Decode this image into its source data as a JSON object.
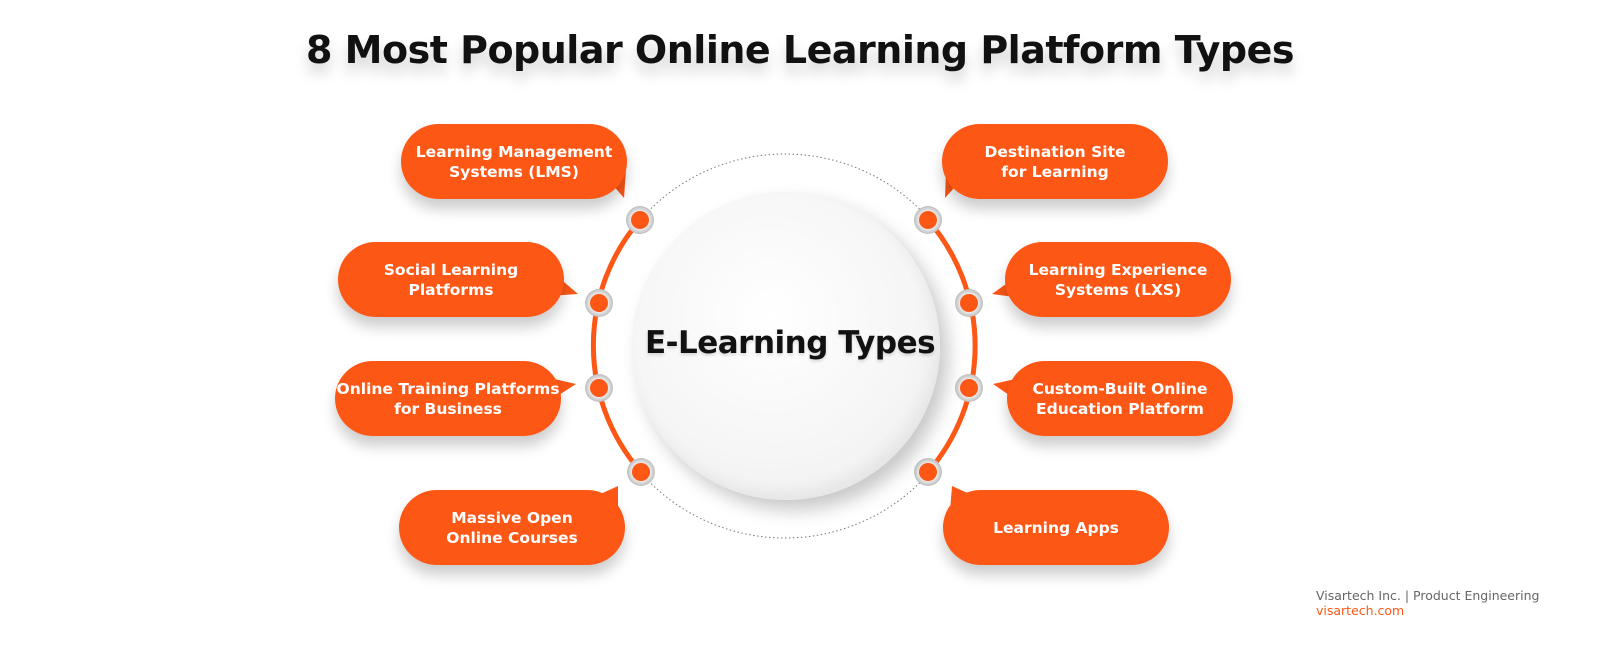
{
  "title": "8 Most Popular Online Learning Platform Types",
  "center": {
    "label": "E-Learning Types"
  },
  "colors": {
    "accent": "#fd5716",
    "text": "#111111",
    "footer_gray": "#666666"
  },
  "types_left": [
    {
      "line1": "Learning Management",
      "line2": "Systems (LMS)"
    },
    {
      "line1": "Social Learning",
      "line2": "Platforms"
    },
    {
      "line1": "Online Training Platforms",
      "line2": "for Business"
    },
    {
      "line1": "Massive Open",
      "line2": "Online Courses"
    }
  ],
  "types_right": [
    {
      "line1": "Destination Site",
      "line2": "for Learning"
    },
    {
      "line1": "Learning Experience",
      "line2": "Systems (LXS)"
    },
    {
      "line1": "Custom-Built Online",
      "line2": "Education Platform"
    },
    {
      "line1": "Learning Apps",
      "line2": ""
    }
  ],
  "footer": {
    "company": "Visartech Inc. | Product Engineering",
    "site": "visartech.com"
  }
}
